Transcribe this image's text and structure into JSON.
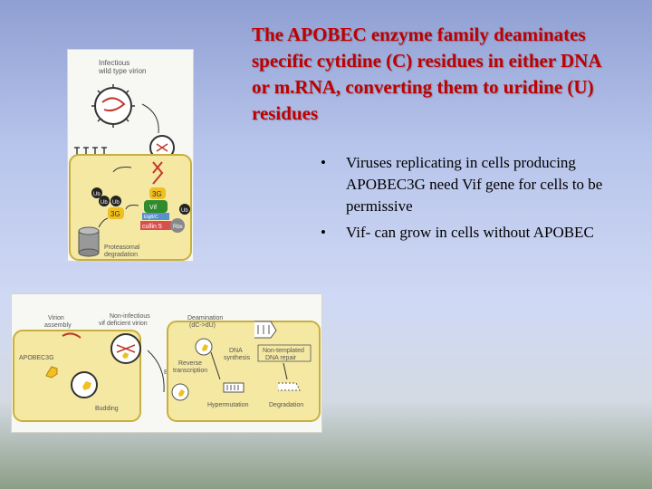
{
  "slide": {
    "title": "The APOBEC enzyme family deaminates specific cytidine (C) residues in either DNA or m.RNA, converting them to uridine (U) residues",
    "bullets": [
      "Viruses replicating in cells producing APOBEC3G need Vif gene for cells to be permissive",
      "Vif- can grow in cells without APOBEC"
    ],
    "bullet_glyph": "•"
  },
  "figure_top": {
    "label_virion": "Infectious wild type virion",
    "label_virion_l1": "Infectious",
    "label_virion_l2": "wild type virion",
    "ub": "Ub",
    "a3g": "3G",
    "vif": "Vif",
    "elo": "ElgB/C",
    "cullin": "cullin 5",
    "rbx": "Rbx",
    "label_proteasome_l1": "Proteasomal",
    "label_proteasome_l2": "degradation",
    "colors": {
      "cell": "#f4e8a2",
      "cell_border": "#c8b040",
      "vif": "#2e8b2e",
      "elo": "#5a8fd0",
      "cullin": "#d94f4f",
      "a3g": "#f0c020"
    }
  },
  "figure_bottom": {
    "label_virion_assembly_l1": "Virion",
    "label_virion_assembly_l2": "assembly",
    "label_apobec": "APOBEC3G",
    "label_noninfectious_l1": "Non-infectious",
    "label_noninfectious_l2": "vif deficient virion",
    "label_budding": "Budding",
    "label_entry": "Entry",
    "label_deamination_l1": "Deamination",
    "label_deamination_l2": "(dC->dU)",
    "label_dna_synthesis_l1": "DNA",
    "label_dna_synthesis_l2": "synthesis",
    "label_repair_l1": "Non-templated",
    "label_repair_l2": "DNA repair",
    "label_rt_l1": "Reverse",
    "label_rt_l2": "transcription",
    "label_hypermutation": "Hypermutation",
    "label_degradation": "Degradation"
  }
}
